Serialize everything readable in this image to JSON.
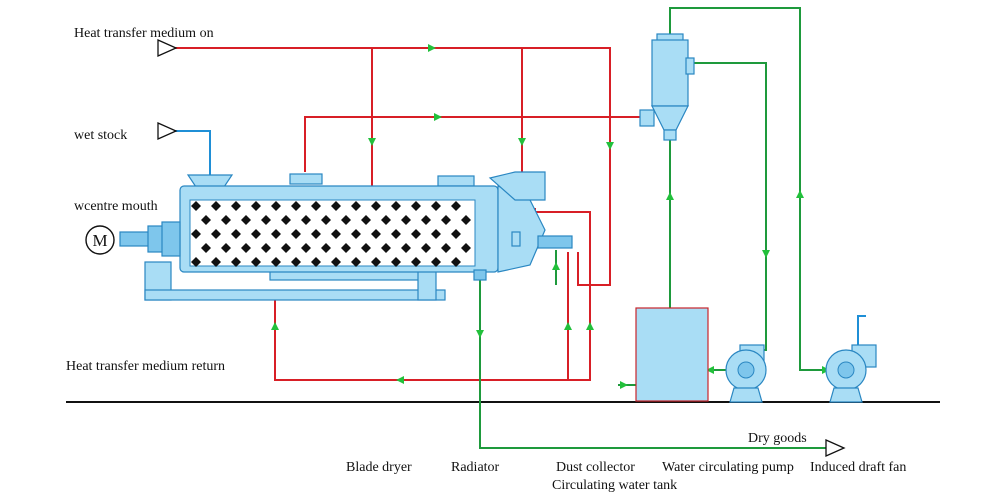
{
  "labels": {
    "heat_on": "Heat transfer medium on",
    "wet_stock": "wet stock",
    "wcentre_mouth": "wcentre mouth",
    "heat_return": "Heat transfer medium return",
    "dry_goods": "Dry goods",
    "motor": "M"
  },
  "legend": {
    "blade_dryer": "Blade dryer",
    "radiator": "Radiator",
    "dust_collector": "Dust collector",
    "circulating_water_tank": "Circulating water tank",
    "water_circulating_pump": "Water circulating pump",
    "induced_draft_fan": "Induced draft fan"
  },
  "colors": {
    "heating_line": "#d81f26",
    "water_line": "#1e9a3c",
    "feed_line": "#1f8fd6",
    "equipment": "#a9ddf5",
    "flow_arrow": "#22c03b"
  }
}
